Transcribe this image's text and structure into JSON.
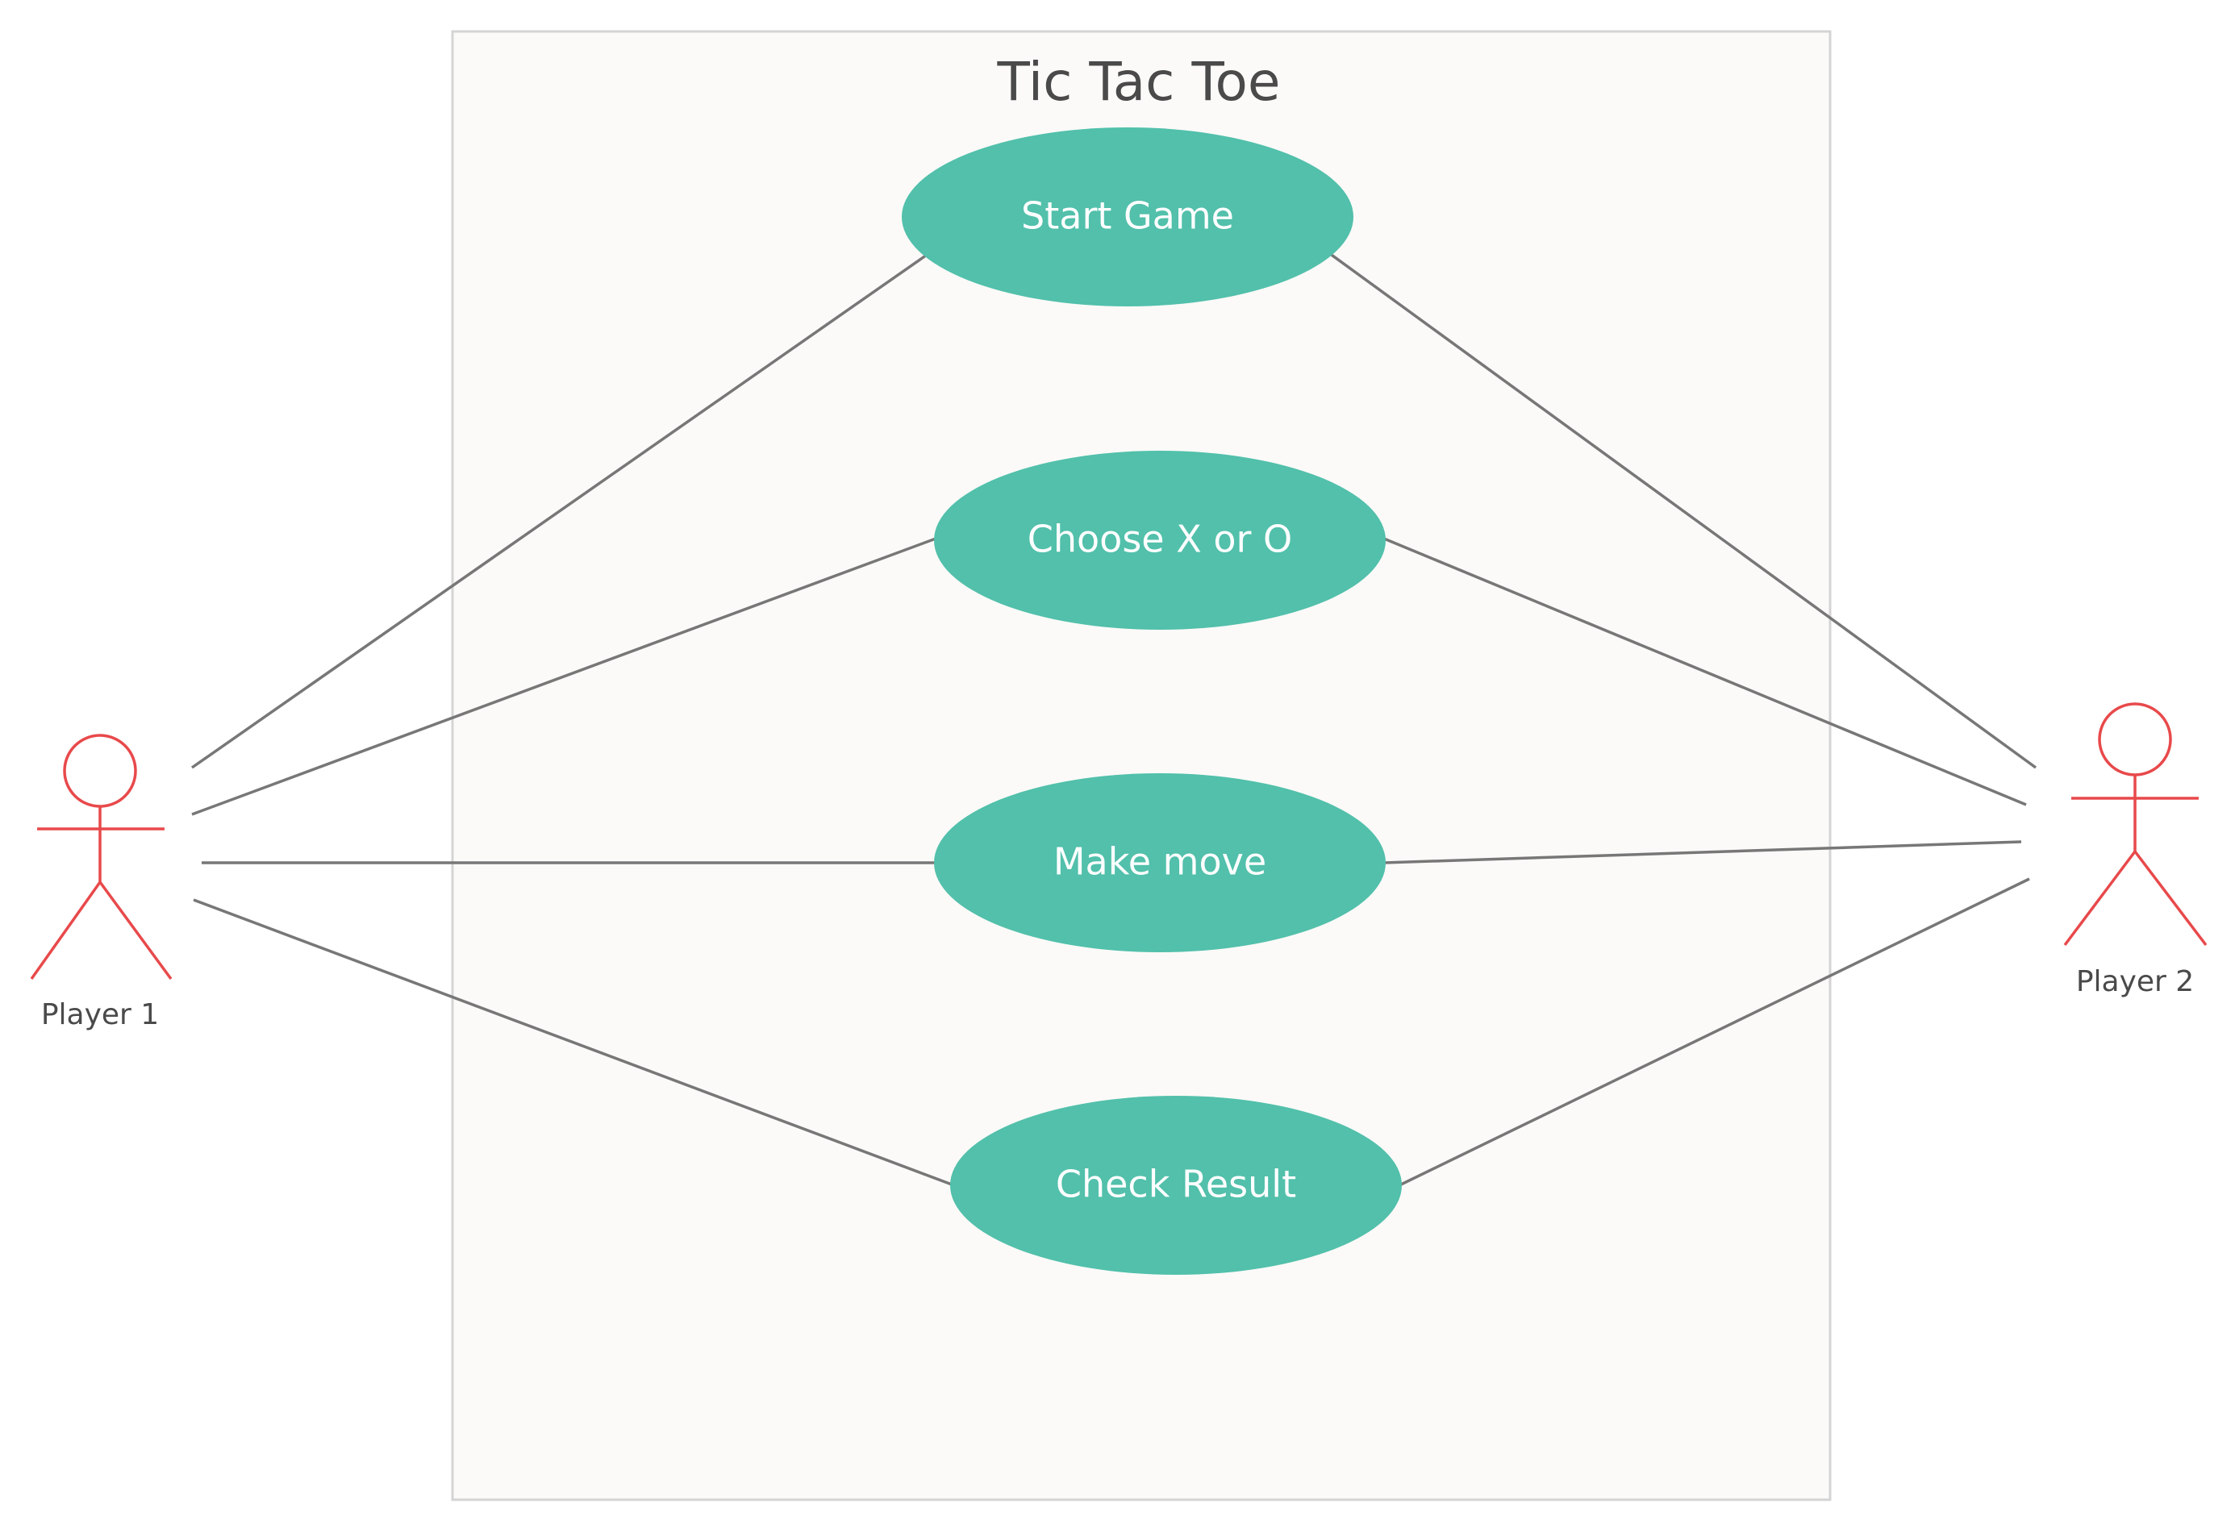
{
  "diagram": {
    "type": "uml-use-case",
    "system": {
      "title": "Tic Tac Toe"
    },
    "use_cases": [
      {
        "id": "start-game",
        "label": "Start Game"
      },
      {
        "id": "choose-x-or-o",
        "label": "Choose X or O"
      },
      {
        "id": "make-move",
        "label": "Make move"
      },
      {
        "id": "check-result",
        "label": "Check Result"
      }
    ],
    "actors": [
      {
        "id": "player-1",
        "label": "Player 1"
      },
      {
        "id": "player-2",
        "label": "Player 2"
      }
    ],
    "associations": [
      {
        "actor": "player-1",
        "use_case": "start-game"
      },
      {
        "actor": "player-1",
        "use_case": "choose-x-or-o"
      },
      {
        "actor": "player-1",
        "use_case": "make-move"
      },
      {
        "actor": "player-1",
        "use_case": "check-result"
      },
      {
        "actor": "player-2",
        "use_case": "start-game"
      },
      {
        "actor": "player-2",
        "use_case": "choose-x-or-o"
      },
      {
        "actor": "player-2",
        "use_case": "make-move"
      },
      {
        "actor": "player-2",
        "use_case": "check-result"
      }
    ],
    "colors": {
      "use_case_fill": "#52c0ab",
      "use_case_text": "#ffffff",
      "actor_stroke": "#e8494b",
      "association_line": "#777777",
      "system_fill": "#fbfaf8",
      "system_border": "#d4d4d4",
      "text": "#4a4a4a"
    }
  }
}
